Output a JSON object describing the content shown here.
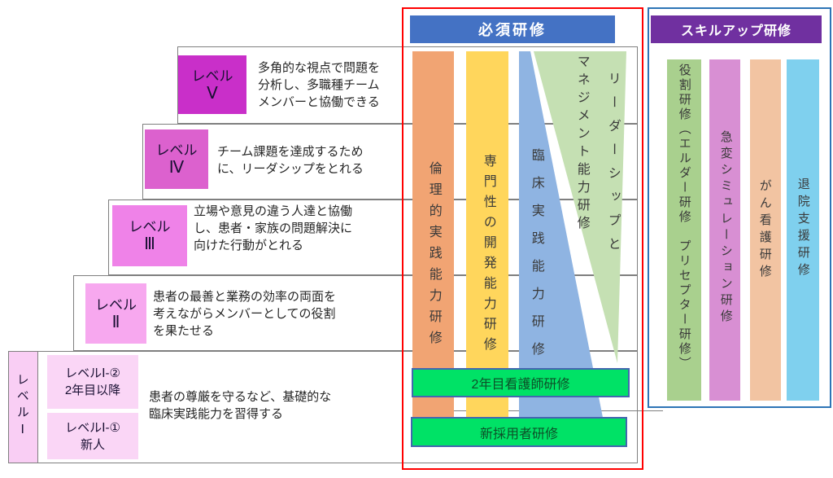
{
  "required": {
    "title": "必須研修",
    "columns": {
      "ethics": "倫理的実践能力研修",
      "professional": "専門性の開発能力研修",
      "clinical": "臨床実践能力研修",
      "leadership_line1": "リーダーシップと",
      "leadership_line2": "マネジメント能力研修"
    },
    "bars": {
      "second_year": "2年目看護師研修",
      "new_hire": "新採用者研修"
    }
  },
  "skillup": {
    "title": "スキルアップ研修",
    "columns": {
      "role": "役割研修（エルダー研修　プリセプター研修）",
      "emergency": "急変シミュレーション研修",
      "cancer": "がん看護研修",
      "discharge": "退院支援研修"
    }
  },
  "levels": [
    {
      "label": "レベル",
      "numeral": "Ⅴ",
      "description": "多角的な視点で問題を\n分析し、多職種チーム\nメンバーと協働できる"
    },
    {
      "label": "レベル",
      "numeral": "Ⅳ",
      "description": "チーム課題を達成するため\nに、リーダシップをとれる"
    },
    {
      "label": "レベル",
      "numeral": "Ⅲ",
      "description": "立場や意見の違う人達と協働\nし、患者・家族の問題解決に\n向けた行動がとれる"
    },
    {
      "label": "レベル",
      "numeral": "Ⅱ",
      "description": "患者の最善と業務の効率の両面を\n考えながらメンバーとしての役割\nを果たせる"
    }
  ],
  "level1": {
    "side_label": "レベルⅠ",
    "sub_upper": "レベルⅠ-②\n2年目以降",
    "sub_lower": "レベルⅠ-①\n新人",
    "description": "患者の尊厳を守るなど、基礎的な\n臨床実践能力を習得する"
  },
  "colors": {
    "required_header_bg": "#4472C4",
    "skillup_header_bg": "#7030A0",
    "required_border": "#FF0000",
    "skillup_border": "#2E75B6",
    "level5_bg": "#C92FC9",
    "level4_bg": "#DC61CE",
    "level3_bg": "#EF82E8",
    "level2_bg": "#F7A8EF",
    "level1_strip_bg": "#F9CEF4",
    "level1_sub_bg": "#FAD6F6",
    "ethics_column_bg": "#F1A473",
    "professional_column_bg": "#FFD65C",
    "clinical_triangle_bg": "#8FB4E2",
    "leadership_triangle_bg": "#C5E0B3",
    "training_bar_bg": "#00E266",
    "role_column_bg": "#A9D08E",
    "emergency_column_bg": "#D88FD3",
    "cancer_column_bg": "#F2C4A2",
    "discharge_column_bg": "#7FD0EE"
  }
}
